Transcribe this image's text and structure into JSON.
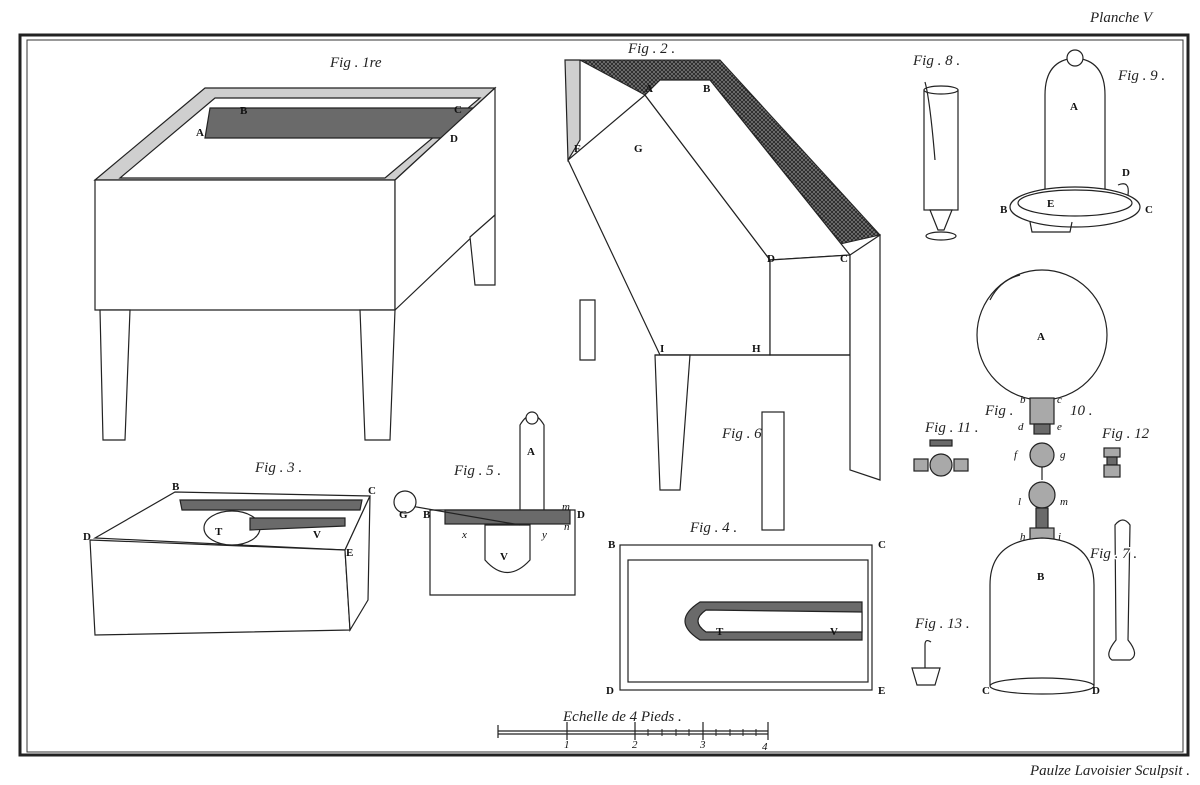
{
  "plate": {
    "title": "Planche V",
    "engraver": "Paulze Lavoisier Sculpsit ."
  },
  "scale": {
    "label": "Echelle de 4 Pieds .",
    "ticks": [
      "1",
      "2",
      "3",
      "4"
    ]
  },
  "fig1": {
    "caption": "Fig . 1re",
    "labels": [
      "A",
      "B",
      "C",
      "D"
    ]
  },
  "fig2": {
    "caption": "Fig . 2 .",
    "labels": [
      "A",
      "B",
      "F",
      "G",
      "D",
      "C",
      "I",
      "H"
    ]
  },
  "fig3": {
    "caption": "Fig . 3 .",
    "labels": [
      "B",
      "C",
      "D",
      "E",
      "T",
      "V"
    ]
  },
  "fig4": {
    "caption": "Fig . 4 .",
    "labels": [
      "B",
      "C",
      "D",
      "E",
      "T",
      "V"
    ]
  },
  "fig5": {
    "caption": "Fig . 5 .",
    "labels": [
      "A",
      "G",
      "B",
      "m",
      "D",
      "x",
      "y",
      "n",
      "V"
    ]
  },
  "fig6": {
    "caption": "Fig . 6 ."
  },
  "fig7": {
    "caption": "Fig . 7 ."
  },
  "fig8": {
    "caption": "Fig . 8 ."
  },
  "fig9": {
    "caption": "Fig . 9 .",
    "labels": [
      "A",
      "B",
      "C",
      "D",
      "E"
    ]
  },
  "fig10": {
    "caption_left": "Fig .",
    "caption_right": "10 .",
    "labels": [
      "A",
      "b",
      "c",
      "d",
      "e",
      "f",
      "g",
      "l",
      "m",
      "h",
      "i",
      "B",
      "C",
      "D"
    ]
  },
  "fig11": {
    "caption": "Fig . 11 ."
  },
  "fig12": {
    "caption": "Fig . 12"
  },
  "fig13": {
    "caption": "Fig . 13 ."
  }
}
